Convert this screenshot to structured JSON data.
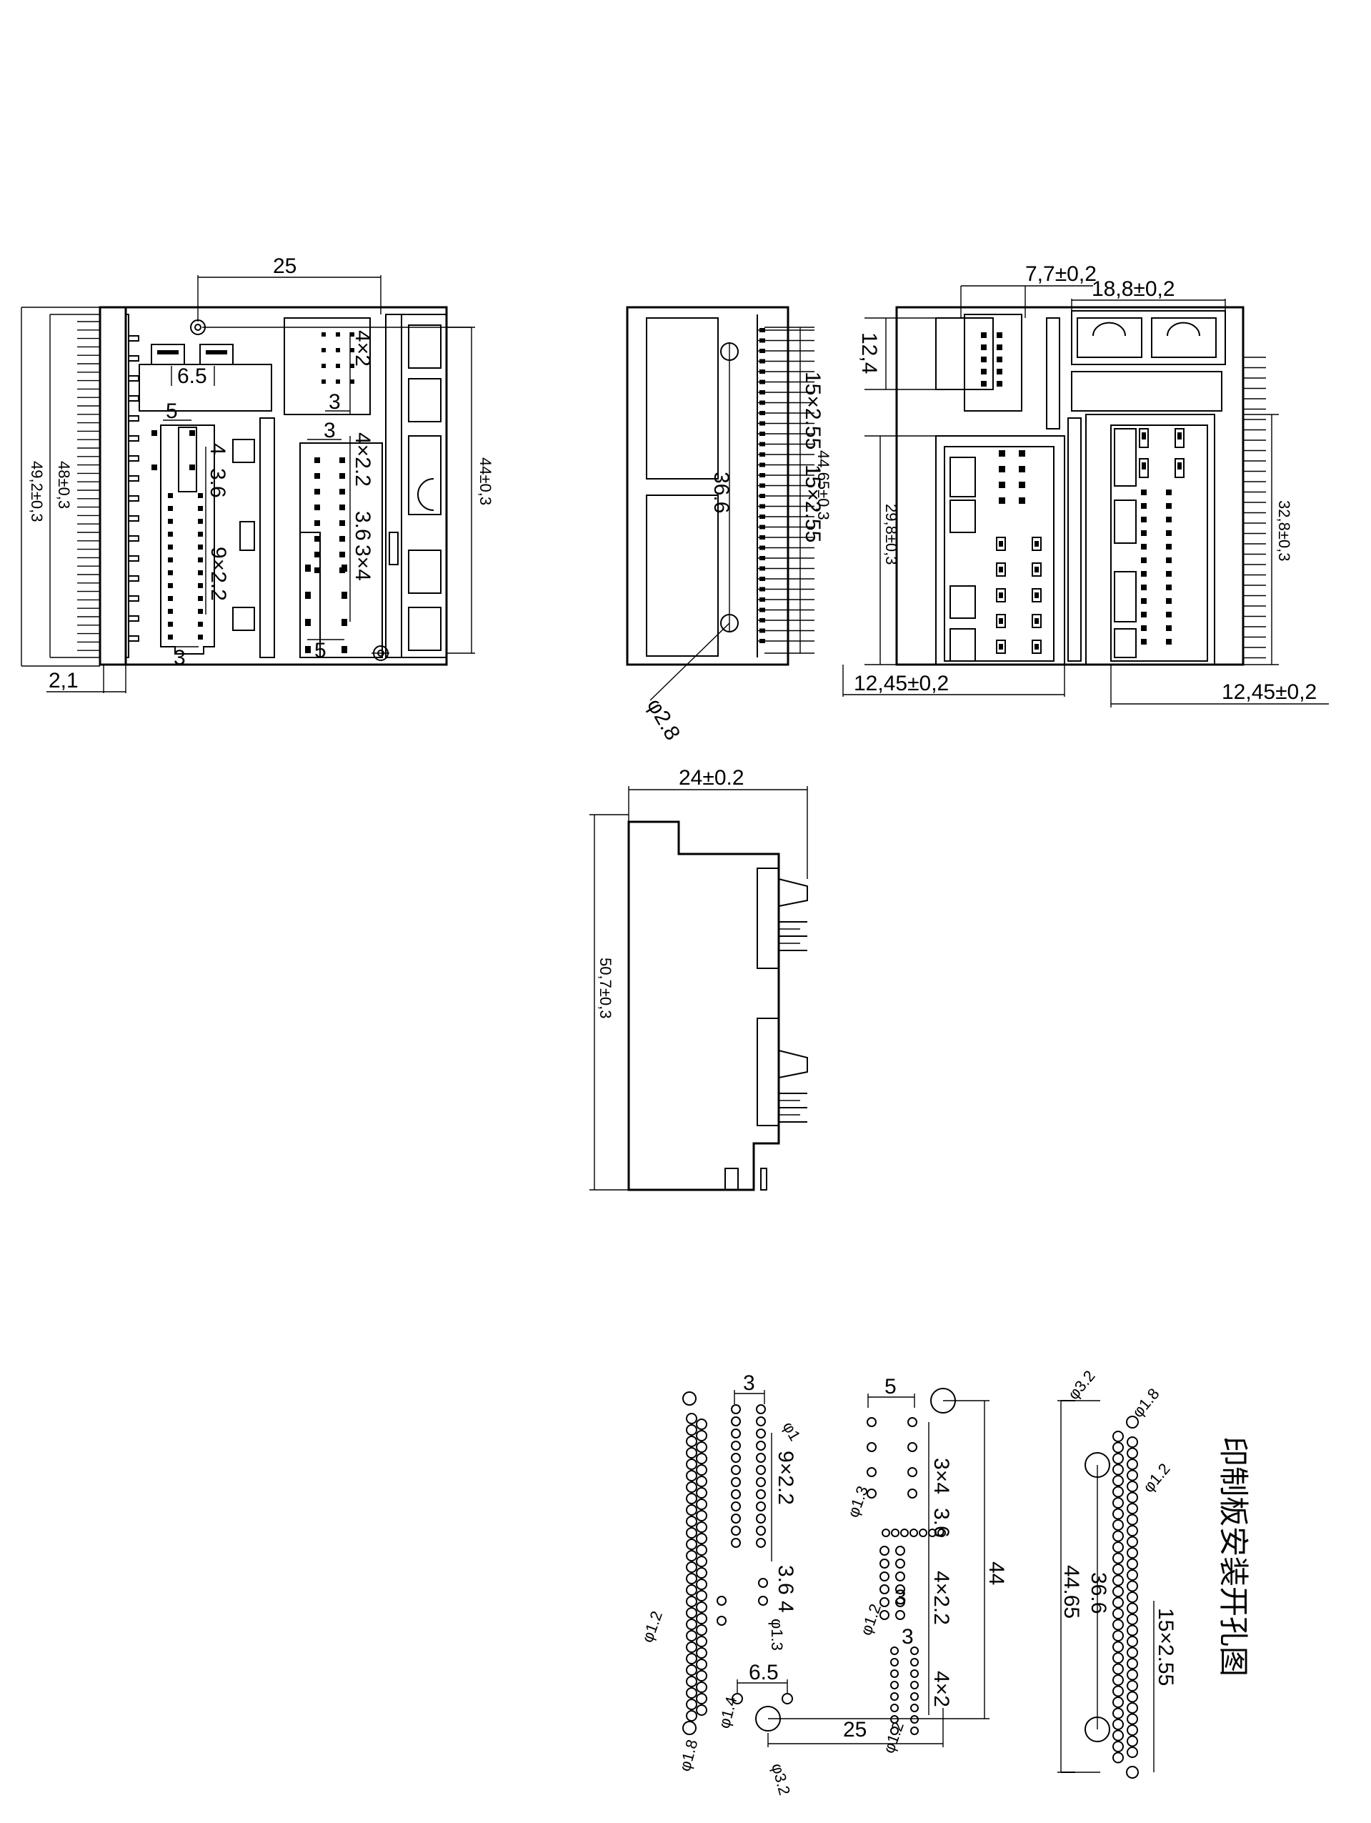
{
  "views": {
    "front_view": {
      "width_top": "25",
      "pitch_pins_top": "4×2",
      "pin_spacing_top": "3",
      "slot_width": "6.5",
      "left_spacing": "5",
      "left_pitch": "4",
      "left_row_offset": "3.6",
      "left_pins": "9×2.2",
      "bottom_left": "3",
      "mid_spacing": "3",
      "mid_pins": "4×2.2",
      "mid_offset": "3.6",
      "mid_pins2": "3×4",
      "bottom_mid": "5",
      "height_outer": "49,2±0,3",
      "height_inner": "48±0,3",
      "height_right": "44±0,3",
      "flange": "2,1"
    },
    "side_view": {
      "pins_top": "15×2.55",
      "center_dist": "36.6",
      "pins_bottom": "15×2.55",
      "height": "44,65±0,3",
      "hole": "φ2.8"
    },
    "back_view": {
      "w1": "7,7±0,2",
      "w2": "18,8±0,2",
      "h_top": "12,4",
      "h_left": "29,8±0,3",
      "h_right": "32,8±0,3",
      "bottom_left": "12,45±0,2",
      "bottom_right": "12,45±0,2"
    },
    "profile_view": {
      "width": "24±0.2",
      "height": "50,7±0,3"
    },
    "pcb_layout": {
      "title": "印制板安装开孔图",
      "g1_spacing": "3",
      "g1_pins": "9×2.2",
      "g1_off": "3.6",
      "g1_pitch": "4",
      "g1_d13": "φ1.3",
      "g1_d12": "φ1.2",
      "g1_d1": "φ1",
      "g2_spacing": "5",
      "g2_pins": "3×4",
      "g2_off": "3.6",
      "g2_d13": "φ1.3",
      "g2_pins2": "4×2.2",
      "g2_sp3a": "3",
      "g2_sp3b": "3",
      "g2_d12": "φ1.2",
      "g2_pins3": "4×2",
      "g2_d12b": "φ1.2",
      "slot": "6.5",
      "d14": "φ1.4",
      "d18": "φ1.8",
      "d32": "φ3.2",
      "dist25": "25",
      "height44": "44",
      "g3_d32": "φ3.2",
      "g3_d18": "φ1.8",
      "g3_d12": "φ1.2",
      "g3_h1": "44.65",
      "g3_h2": "36.6",
      "g3_pins": "15×2.55"
    }
  }
}
